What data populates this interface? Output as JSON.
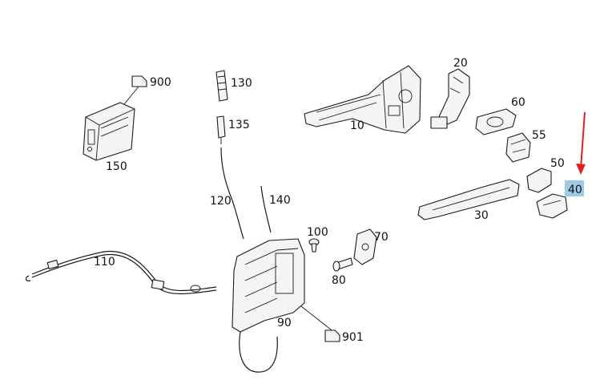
{
  "labels": {
    "p10": "10",
    "p20": "20",
    "p30": "30",
    "p40": "40",
    "p50": "50",
    "p55": "55",
    "p60": "60",
    "p70": "70",
    "p80": "80",
    "p90": "90",
    "p100": "100",
    "p110": "110",
    "p120": "120",
    "p130": "130",
    "p135": "135",
    "p140": "140",
    "p150": "150",
    "p900": "900",
    "p901": "901"
  },
  "highlight": {
    "part": "40",
    "color": "#9ccbe6",
    "arrow_color": "#e02020"
  }
}
